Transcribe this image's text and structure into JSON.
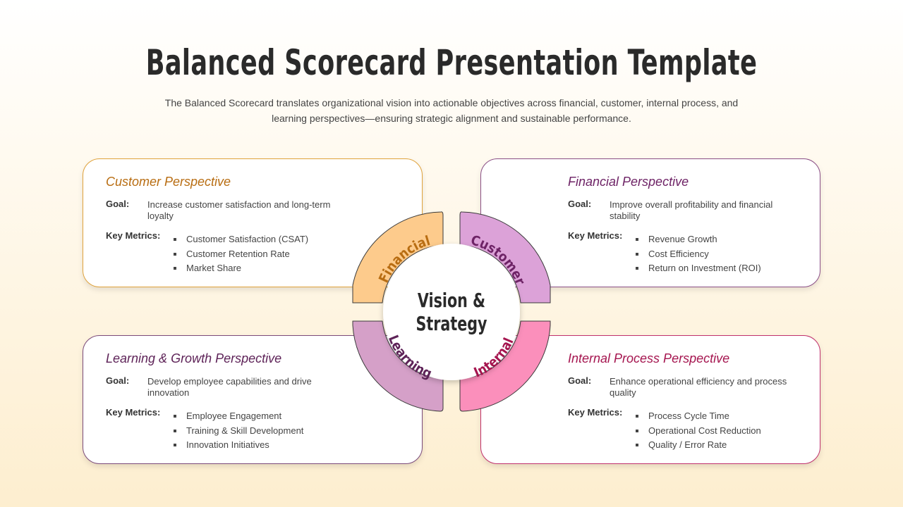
{
  "title": "Balanced Scorecard Presentation Template",
  "subtitle": "The Balanced Scorecard translates organizational vision into actionable objectives across financial, customer, internal process, and learning perspectives—ensuring strategic alignment and sustainable performance.",
  "labels": {
    "goal": "Goal:",
    "metrics": "Key Metrics:"
  },
  "center": {
    "line1": "Vision &",
    "line2": "Strategy"
  },
  "wheel": {
    "financial": "Financial",
    "customer": "Customer",
    "learning": "Learning",
    "internal": "Internal",
    "colors": {
      "financial": "#fdcb8c",
      "customer": "#dca2d8",
      "learning": "#d5a0c8",
      "internal": "#fb8fbb"
    }
  },
  "cards": {
    "customer": {
      "title": "Customer Perspective",
      "goal": "Increase customer satisfaction and long-term loyalty",
      "metrics": [
        "Customer Satisfaction (CSAT)",
        "Customer Retention Rate",
        "Market Share"
      ]
    },
    "financial": {
      "title": "Financial Perspective",
      "goal": "Improve overall profitability and financial stability",
      "metrics": [
        "Revenue Growth",
        "Cost Efficiency",
        "Return on Investment (ROI)"
      ]
    },
    "learning": {
      "title": "Learning & Growth Perspective",
      "goal": "Develop employee capabilities and drive innovation",
      "metrics": [
        "Employee Engagement",
        "Training & Skill Development",
        "Innovation Initiatives"
      ]
    },
    "internal": {
      "title": "Internal Process Perspective",
      "goal": "Enhance operational efficiency and process quality",
      "metrics": [
        "Process Cycle Time",
        "Operational Cost Reduction",
        "Quality / Error Rate"
      ]
    }
  }
}
